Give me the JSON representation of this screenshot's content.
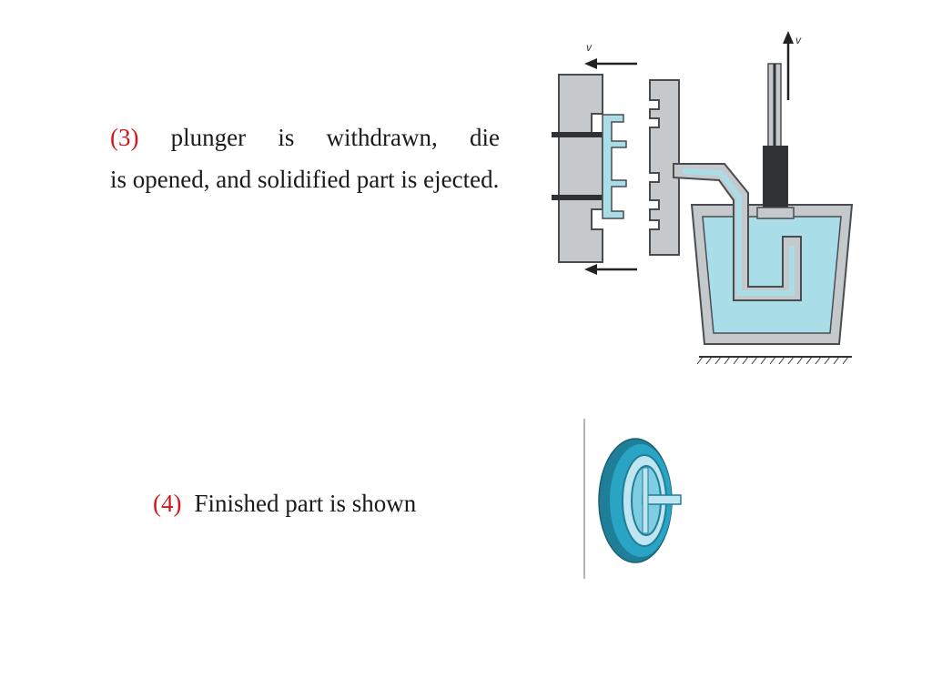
{
  "step3": {
    "number": "(3)",
    "words_line1": [
      "plunger",
      "is",
      "withdrawn,",
      "die"
    ],
    "rest": "is opened, and solidified part is ejected."
  },
  "step4": {
    "number": "(4)",
    "text": "Finished part is shown"
  },
  "figure_die": {
    "velocity_label_top": "v",
    "velocity_label_right": "v",
    "colors": {
      "metal": "#c6c9cc",
      "molten": "#a9dde8",
      "dark": "#2f3133",
      "outline": "#4a4d50"
    }
  },
  "figure_part": {
    "colors": {
      "rim": "#2aa4c4",
      "rim_dark": "#1f7f99",
      "inner": "#7fcde0",
      "spokes": "#bfe6f0"
    }
  }
}
